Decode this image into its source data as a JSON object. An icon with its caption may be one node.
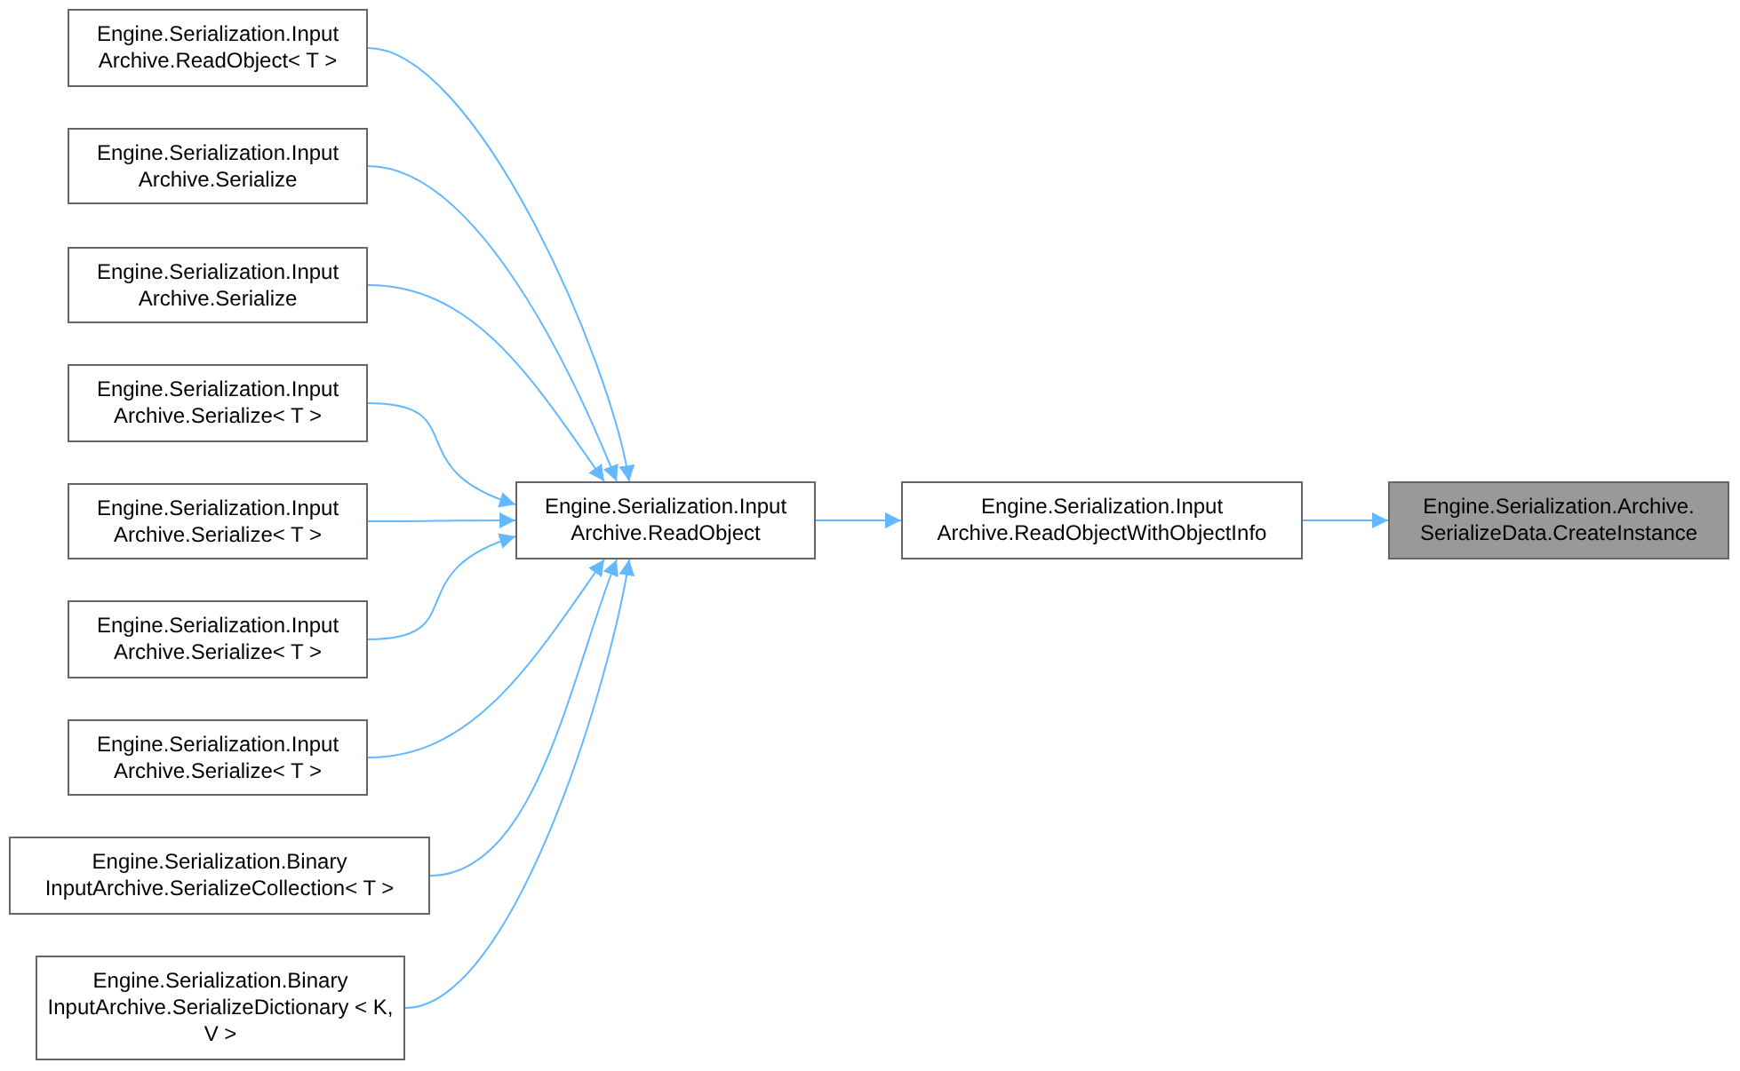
{
  "diagram": {
    "nodes": [
      {
        "text": [
          "Engine.Serialization.Input Archive.ReadObject< T >"
        ]
      },
      {
        "text": [
          "Engine.Serialization.Input Archive.Serialize"
        ]
      },
      {
        "text": [
          "Engine.Serialization.Input Archive.Serialize"
        ]
      },
      {
        "text": [
          "Engine.Serialization.Input Archive.Serialize< T >"
        ]
      },
      {
        "text": [
          "Engine.Serialization.Input Archive.Serialize< T >"
        ]
      },
      {
        "text": [
          "Engine.Serialization.Input Archive.Serialize< T >"
        ]
      },
      {
        "text": [
          "Engine.Serialization.Input Archive.Serialize< T >"
        ]
      },
      {
        "text": [
          "Engine.Serialization.Binary InputArchive.SerializeCollection< T >"
        ]
      },
      {
        "text": [
          "Engine.Serialization.Binary InputArchive.SerializeDictionary < K, V >"
        ]
      },
      {
        "text": [
          "Engine.Serialization.Input Archive.ReadObject"
        ]
      },
      {
        "text": [
          "Engine.Serialization.Input Archive.ReadObjectWithObjectInfo"
        ]
      },
      {
        "text": [
          "Engine.Serialization.Archive. SerializeData.CreateInstance"
        ]
      }
    ],
    "edges": [
      {
        "from": 0,
        "to": 9,
        "arrow": "to"
      },
      {
        "from": 1,
        "to": 9,
        "arrow": "to"
      },
      {
        "from": 2,
        "to": 9,
        "arrow": "to"
      },
      {
        "from": 3,
        "to": 9,
        "arrow": "to"
      },
      {
        "from": 4,
        "to": 9,
        "arrow": "to"
      },
      {
        "from": 5,
        "to": 9,
        "arrow": "to"
      },
      {
        "from": 6,
        "to": 9,
        "arrow": "to"
      },
      {
        "from": 7,
        "to": 9,
        "arrow": "to"
      },
      {
        "from": 8,
        "to": 9,
        "arrow": "to"
      },
      {
        "from": 9,
        "to": 10,
        "arrow": "to"
      },
      {
        "from": 10,
        "to": 11,
        "arrow": "to"
      }
    ]
  }
}
